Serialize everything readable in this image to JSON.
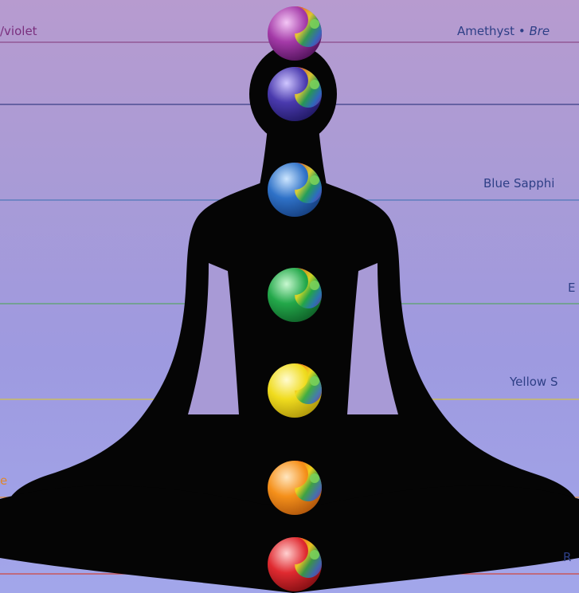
{
  "labels": {
    "crown_left": "/violet",
    "crown_right_stone": "Amethyst",
    "crown_right_sep": " • ",
    "crown_right_italic": "Bre",
    "throat_right": "Blue Sapphi",
    "heart_right": "E",
    "solar_right": "Yellow S",
    "sacral_left": "e",
    "root_right": "R"
  },
  "colors": {
    "crown": "#7a2f7e",
    "third_eye": "#3b3f86",
    "throat": "#2f5f9a",
    "heart": "#3f8e5a",
    "solar": "#c9b533",
    "sacral": "#d9782a",
    "root": "#c0362c"
  },
  "chakras": [
    {
      "name": "crown",
      "color": "#8a2a93",
      "highlight": "#e6a6ee"
    },
    {
      "name": "third-eye",
      "color": "#3b2f8f",
      "highlight": "#b4a8f0"
    },
    {
      "name": "throat",
      "color": "#2b5fb4",
      "highlight": "#a7cdf5"
    },
    {
      "name": "heart",
      "color": "#1f9a3f",
      "highlight": "#a6f0b6"
    },
    {
      "name": "solar-plexus",
      "color": "#e8d21a",
      "highlight": "#fff8a8"
    },
    {
      "name": "sacral",
      "color": "#f08a12",
      "highlight": "#ffd9a0"
    },
    {
      "name": "root",
      "color": "#d6202a",
      "highlight": "#ffb0b0"
    }
  ]
}
